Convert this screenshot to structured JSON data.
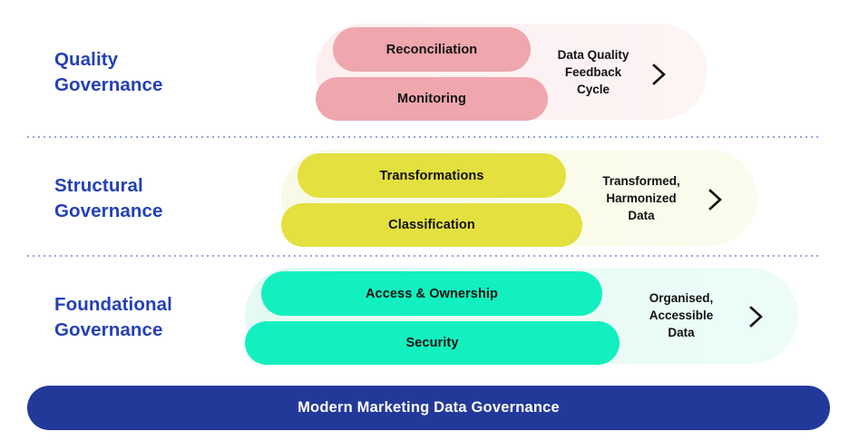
{
  "colors": {
    "label_blue": "#2440b8",
    "footer_blue": "#23399a",
    "pink_pill": "#efa6ad",
    "pink_track": "#fdeff0",
    "yellow_pill": "#e3e03f",
    "yellow_track": "#f8f9e6",
    "green_pill": "#12f0c0",
    "green_track": "#e4faf3",
    "divider_dots": "#8e9ddb",
    "pill_text": "#111111",
    "footer_text": "#ffffff"
  },
  "tiers": [
    {
      "id": "quality",
      "label": "Quality\nGovernance",
      "pills": [
        {
          "label": "Reconciliation"
        },
        {
          "label": "Monitoring"
        }
      ],
      "outcome": "Data Quality\nFeedback\nCycle",
      "chevron_icon": "chevron-right-icon"
    },
    {
      "id": "structural",
      "label": "Structural\nGovernance",
      "pills": [
        {
          "label": "Transformations"
        },
        {
          "label": "Classification"
        }
      ],
      "outcome": "Transformed,\nHarmonized\nData",
      "chevron_icon": "chevron-right-icon"
    },
    {
      "id": "foundational",
      "label": "Foundational\nGovernance",
      "pills": [
        {
          "label": "Access & Ownership"
        },
        {
          "label": "Security"
        }
      ],
      "outcome": "Organised,\nAccessible\nData",
      "chevron_icon": "chevron-right-icon"
    }
  ],
  "footer": {
    "label": "Modern Marketing Data Governance"
  }
}
